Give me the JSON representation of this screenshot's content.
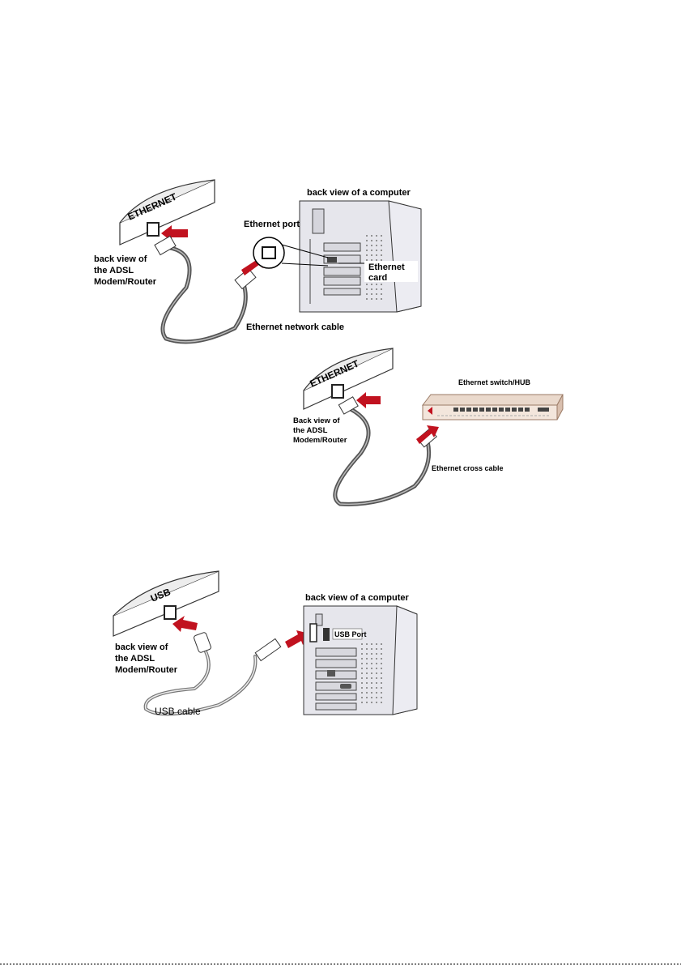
{
  "diagram1": {
    "modem_label": "ETHERNET",
    "modem_caption": [
      "back view of",
      "the ADSL",
      "Modem/Router"
    ],
    "computer_caption": "back view of a computer",
    "port_label": "Ethernet port",
    "card_label": [
      "Ethernet",
      "card"
    ],
    "cable_label": "Ethernet network cable"
  },
  "diagram2": {
    "modem_label": "ETHERNET",
    "modem_caption": [
      "Back view of",
      "the ADSL",
      "Modem/Router"
    ],
    "switch_label": "Ethernet switch/HUB",
    "cable_label": "Ethernet cross cable"
  },
  "diagram3": {
    "modem_label": "USB",
    "modem_caption": [
      "back view of",
      "the ADSL",
      "Modem/Router"
    ],
    "computer_caption": "back view of a computer",
    "port_label": "USB Port",
    "cable_label": "USB cable"
  },
  "colors": {
    "arrow": "#c1121f",
    "case": "#e6e6ec",
    "cable": "#555555"
  }
}
